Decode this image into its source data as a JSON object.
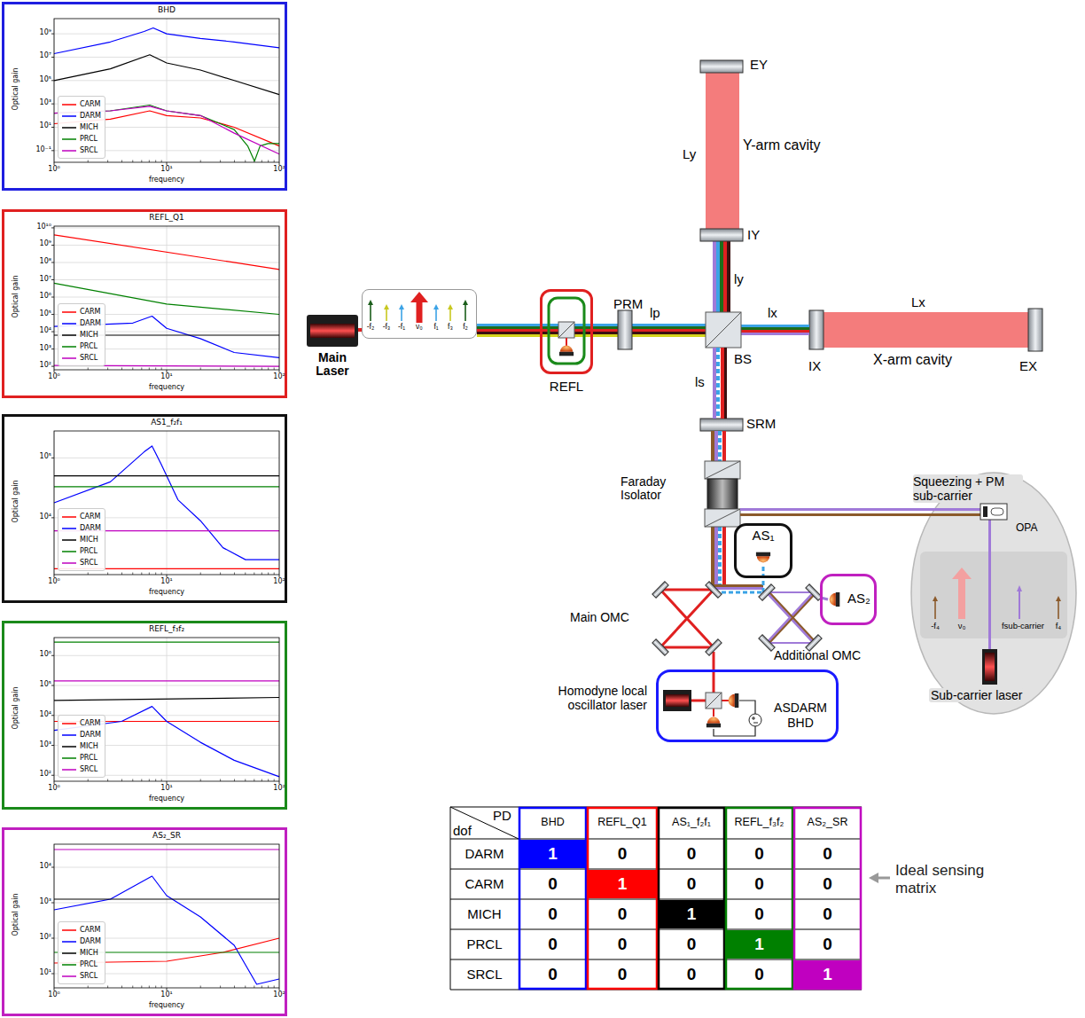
{
  "diagram": {
    "nodes": [
      {
        "text": [
          "BHD",
          "Optical gain",
          "frequency"
        ]
      },
      {
        "text": [
          "REFL_Q1",
          "Optical gain",
          "frequency"
        ]
      },
      {
        "text": [
          "AS1_f₂f₁",
          "Optical gain",
          "frequency"
        ]
      },
      {
        "text": [
          "REFL_f₃f₂",
          "Optical gain",
          "frequency"
        ]
      },
      {
        "text": [
          "AS₂_SR",
          "Optical gain",
          "frequency"
        ]
      },
      {
        "text": [
          "-f₂",
          "-f₃",
          "-f₁",
          "ν₀",
          "f₁",
          "f₃",
          "f₂"
        ]
      },
      {
        "text": [
          "REFL"
        ]
      },
      {
        "text": [
          "AS₁"
        ]
      },
      {
        "text": [
          "AS₂"
        ]
      },
      {
        "text": [
          "ASDARM BHD"
        ]
      },
      {
        "text": [
          "Squeezing + PM sub-carrier",
          "Sub-carrier laser"
        ]
      },
      {
        "text": [
          "-f₄",
          "ν₀",
          "fsub-carrier",
          "f₄"
        ],
        "in": 10
      }
    ],
    "labels": [
      "10⁻¹",
      "10¹",
      "10³",
      "10⁵",
      "10⁷",
      "10⁹",
      "10⁰",
      "10¹",
      "10²",
      "10²",
      "10³",
      "10⁴",
      "10⁵",
      "10⁶",
      "10⁷",
      "10⁸",
      "10⁹",
      "10¹⁰",
      "10⁰",
      "10¹",
      "10²",
      "10⁴",
      "10⁵",
      "10⁰",
      "10¹",
      "10²",
      "10²",
      "10³",
      "10⁴",
      "10⁵",
      "10⁶",
      "10⁰",
      "10¹",
      "10²",
      "10¹",
      "10²",
      "10³",
      "10⁴",
      "10⁰",
      "10¹",
      "10²",
      "EY",
      "Ly",
      "Y-arm cavity",
      "IY",
      "ly",
      "PRM",
      "lp",
      "lx",
      "Lx",
      "Main Laser",
      "BS",
      "IX",
      "X-arm cavity",
      "EX",
      "ls",
      "SRM",
      "Faraday Isolator",
      "OPA",
      "Main OMC",
      "Additional OMC",
      "Homodyne local oscillator laser",
      "Ideal sensing matrix",
      "PD",
      "dof",
      "BHD",
      "REFL_Q1",
      "AS₁_f₂f₁",
      "REFL_f₃f₂",
      "AS₂_SR",
      "DARM",
      "1",
      "0",
      "0",
      "0",
      "0",
      "CARM",
      "0",
      "1",
      "0",
      "0",
      "0",
      "MICH",
      "0",
      "0",
      "1",
      "0",
      "0",
      "PRCL",
      "0",
      "0",
      "0",
      "1",
      "0",
      "SRCL",
      "0",
      "0",
      "0",
      "0",
      "1"
    ],
    "legend": [
      {
        "text": "CARM"
      },
      {
        "text": "DARM"
      },
      {
        "text": "MICH"
      },
      {
        "text": "PRCL"
      },
      {
        "text": "SRCL"
      },
      {
        "text": "CARM"
      },
      {
        "text": "DARM"
      },
      {
        "text": "MICH"
      },
      {
        "text": "PRCL"
      },
      {
        "text": "SRCL"
      },
      {
        "text": "CARM"
      },
      {
        "text": "DARM"
      },
      {
        "text": "MICH"
      },
      {
        "text": "PRCL"
      },
      {
        "text": "SRCL"
      },
      {
        "text": "CARM"
      },
      {
        "text": "DARM"
      },
      {
        "text": "MICH"
      },
      {
        "text": "PRCL"
      },
      {
        "text": "SRCL"
      },
      {
        "text": "CARM"
      },
      {
        "text": "DARM"
      },
      {
        "text": "MICH"
      },
      {
        "text": "PRCL"
      },
      {
        "text": "SRCL"
      }
    ]
  }
}
